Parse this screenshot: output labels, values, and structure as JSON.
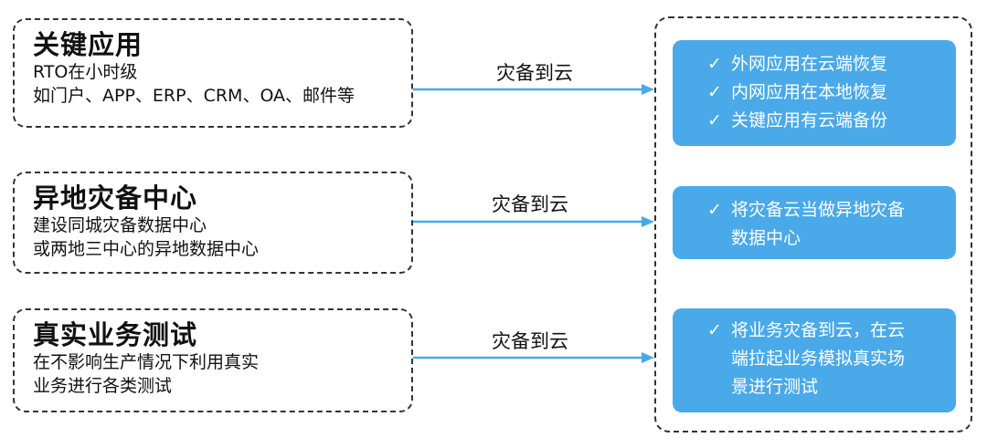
{
  "left_boxes": [
    {
      "title": "关键应用",
      "lines": [
        "RTO在小时级",
        "如门户、APP、ERP、CRM、OA、邮件等"
      ]
    },
    {
      "title": "异地灾备中心",
      "lines": [
        "建设同城灾备数据中心",
        "或两地三中心的异地数据中心"
      ]
    },
    {
      "title": "真实业务测试",
      "lines": [
        "在不影响生产情况下利用真实",
        "业务进行各类测试"
      ]
    }
  ],
  "arrows": [
    {
      "label": "灾备到云"
    },
    {
      "label": "灾备到云"
    },
    {
      "label": "灾备到云"
    }
  ],
  "right_boxes": [
    {
      "check_symbol": "✓",
      "lines": [
        "外网应用在云端恢复",
        "内网应用在本地恢复",
        "关键应用有云端备份"
      ]
    },
    {
      "check_symbol": "✓",
      "lines": [
        "将灾备云当做异地灾备",
        "数据中心"
      ]
    },
    {
      "check_symbol": "✓",
      "lines": [
        "将业务灾备到云，在云",
        "端拉起业务模拟真实场",
        "景进行测试"
      ]
    }
  ],
  "colors": {
    "arrow": "#4aa9e8",
    "box_fill": "#4aa9e8",
    "border": "#333333"
  }
}
